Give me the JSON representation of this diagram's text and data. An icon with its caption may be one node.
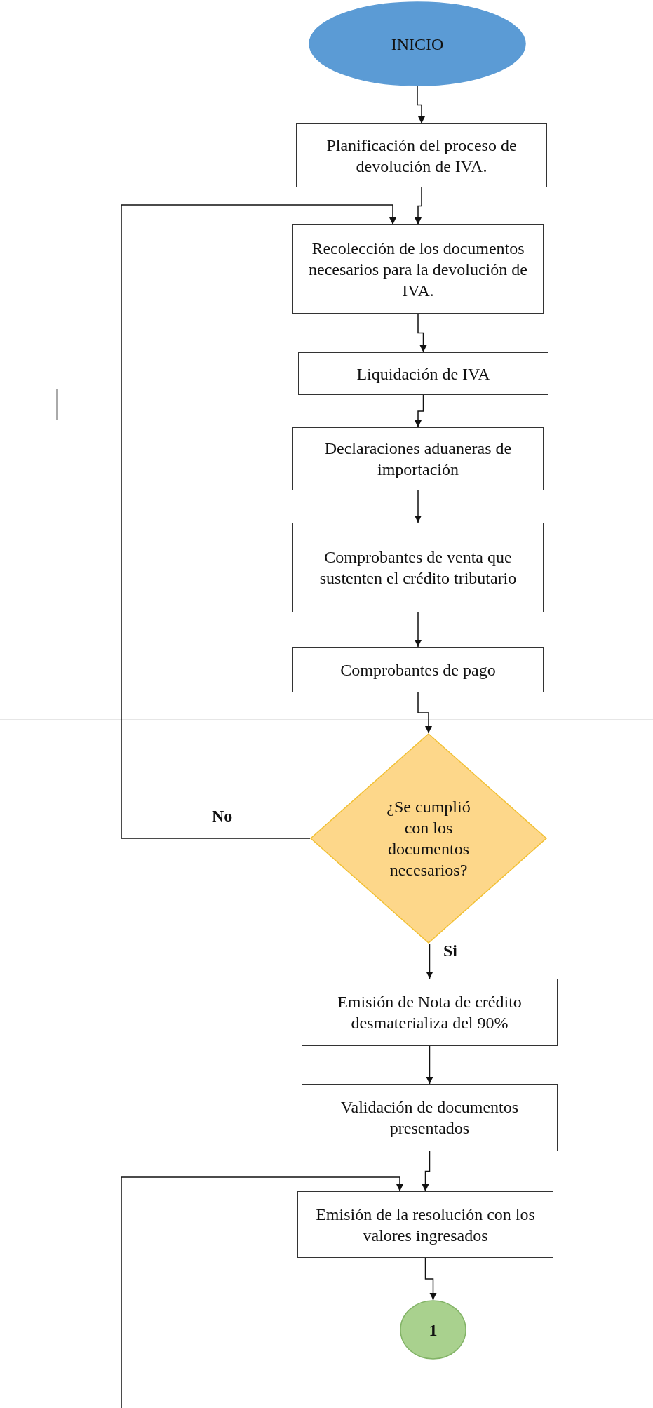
{
  "diagram": {
    "nodes": [
      {
        "text": [
          "INICIO"
        ]
      },
      {
        "text": [
          "Planificación del proceso de devolución de IVA."
        ]
      },
      {
        "text": [
          "Recolección de los documentos necesarios para la devolución de IVA."
        ]
      },
      {
        "text": [
          "Liquidación de IVA"
        ]
      },
      {
        "text": [
          "Declaraciones aduaneras de importación"
        ]
      },
      {
        "text": [
          "Comprobantes de venta que sustenten el crédito tributario"
        ]
      },
      {
        "text": [
          "Comprobantes de pago"
        ]
      },
      {
        "text": [
          "¿Se cumplió con los documentos necesarios?"
        ]
      },
      {
        "text": [
          "Emisión de Nota de crédito desmaterializa del 90%"
        ]
      },
      {
        "text": [
          "Validación de documentos presentados"
        ]
      },
      {
        "text": [
          "Emisión de la resolución con los valores ingresados"
        ]
      },
      {
        "text": [
          "1"
        ]
      }
    ],
    "edges": [
      {
        "from": 0,
        "to": 1,
        "arrow": "to"
      },
      {
        "from": 1,
        "to": 2,
        "arrow": "to"
      },
      {
        "from": 2,
        "to": 3,
        "arrow": "to"
      },
      {
        "from": 3,
        "to": 4,
        "arrow": "to"
      },
      {
        "from": 4,
        "to": 5,
        "arrow": "to"
      },
      {
        "from": 5,
        "to": 6,
        "arrow": "to"
      },
      {
        "from": 6,
        "to": 7,
        "arrow": "to"
      },
      {
        "from": 7,
        "to": 2,
        "label": "No",
        "arrow": "to"
      },
      {
        "from": 7,
        "to": 8,
        "label": "Si",
        "arrow": "to"
      },
      {
        "from": 8,
        "to": 9,
        "arrow": "to"
      },
      {
        "from": 9,
        "to": 10,
        "arrow": "to"
      },
      {
        "from": null,
        "to": 10,
        "arrow": "to"
      },
      {
        "from": 10,
        "to": 11,
        "arrow": "to"
      }
    ]
  }
}
